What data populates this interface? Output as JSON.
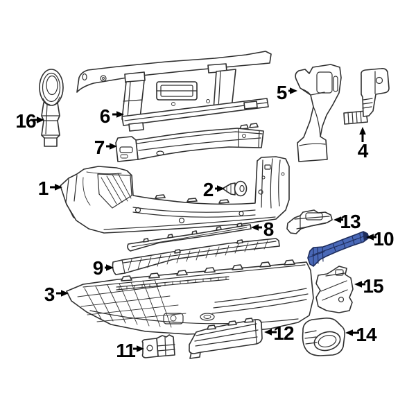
{
  "theme": {
    "bg": "#ffffff",
    "line": "#2e2e2e",
    "label": "#000000",
    "highlight-fill": "#4a69b8",
    "highlight-stroke": "#1e2d5c"
  },
  "diagram": {
    "type": "exploded-parts-diagram",
    "highlighted_callout": "10",
    "callouts": {
      "c1": "1",
      "c2": "2",
      "c3": "3",
      "c4": "4",
      "c5": "5",
      "c6": "6",
      "c7": "7",
      "c8": "8",
      "c9": "9",
      "c10": "10",
      "c11": "11",
      "c12": "12",
      "c13": "13",
      "c14": "14",
      "c15": "15",
      "c16": "16"
    }
  }
}
